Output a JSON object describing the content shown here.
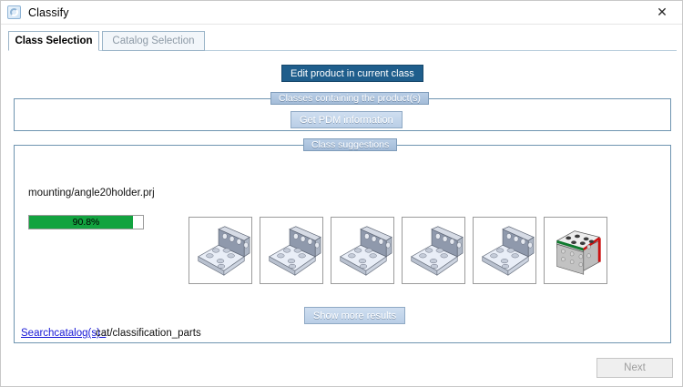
{
  "window": {
    "title": "Classify",
    "icon": "classify-ring-icon",
    "close_label": "✕"
  },
  "tabs": [
    {
      "label": "Class Selection",
      "active": true
    },
    {
      "label": "Catalog Selection",
      "active": false
    }
  ],
  "actions": {
    "edit_product": "Edit product in current class",
    "get_pdm": "Get PDM information",
    "show_more": "Show more results",
    "next": "Next"
  },
  "groups": {
    "classes_containing": "Classes containing the product(s)",
    "class_suggestions": "Class suggestions"
  },
  "suggestion": {
    "file_name": "mounting/angle20holder.prj",
    "confidence_label": "90.8%",
    "confidence_percent": 90.8,
    "bar_color": "#12a33f"
  },
  "thumbnails": [
    {
      "name": "angle-bracket-thumbnail-1",
      "variant": "standard"
    },
    {
      "name": "angle-bracket-thumbnail-2",
      "variant": "standard"
    },
    {
      "name": "angle-bracket-thumbnail-3",
      "variant": "standard"
    },
    {
      "name": "angle-bracket-thumbnail-4",
      "variant": "standard"
    },
    {
      "name": "angle-bracket-thumbnail-5",
      "variant": "standard"
    },
    {
      "name": "angle-bracket-thumbnail-6",
      "variant": "highlighted"
    }
  ],
  "footer": {
    "search_link": "Searchcatalog(s) :",
    "catalog_path": "cat/classification_parts"
  },
  "colors": {
    "accent_dark": "#1f5e8c",
    "accent_soft": "#b9cee6",
    "group_border": "#6e94b0",
    "progress_green": "#12a33f",
    "link_blue": "#1616d6",
    "edge_green": "#0f7a2e",
    "edge_red": "#cc1111"
  }
}
